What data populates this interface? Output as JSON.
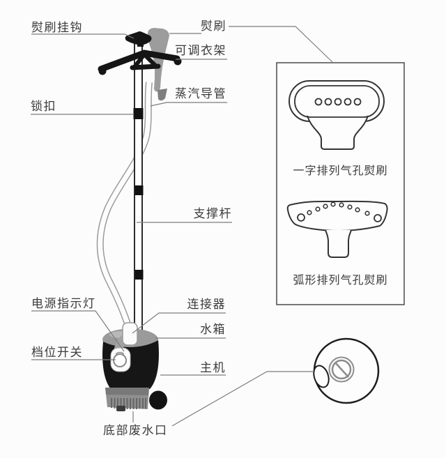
{
  "diagram": {
    "subject": "garment-steamer-parts-diagram",
    "labels": {
      "brush_hook": "熨刷挂钩",
      "brush": "熨刷",
      "adjustable_hanger": "可调衣架",
      "steam_hose": "蒸汽导管",
      "lock_buckle": "锁扣",
      "support_pole": "支撑杆",
      "power_indicator": "电源指示灯",
      "connector": "连接器",
      "water_tank": "水箱",
      "gear_switch": "档位开关",
      "main_unit": "主机",
      "bottom_drain": "底部废水口"
    },
    "detail_box": {
      "line_caption": "一字排列气孔熨刷",
      "arc_caption": "弧形排列气孔熨刷"
    },
    "colors": {
      "ink": "#3b3b3b",
      "leader_line": "#7d7d7d",
      "silhouette_black": "#161616",
      "part_gray": "#9a9a9a",
      "background": "#fcfcfc"
    }
  }
}
